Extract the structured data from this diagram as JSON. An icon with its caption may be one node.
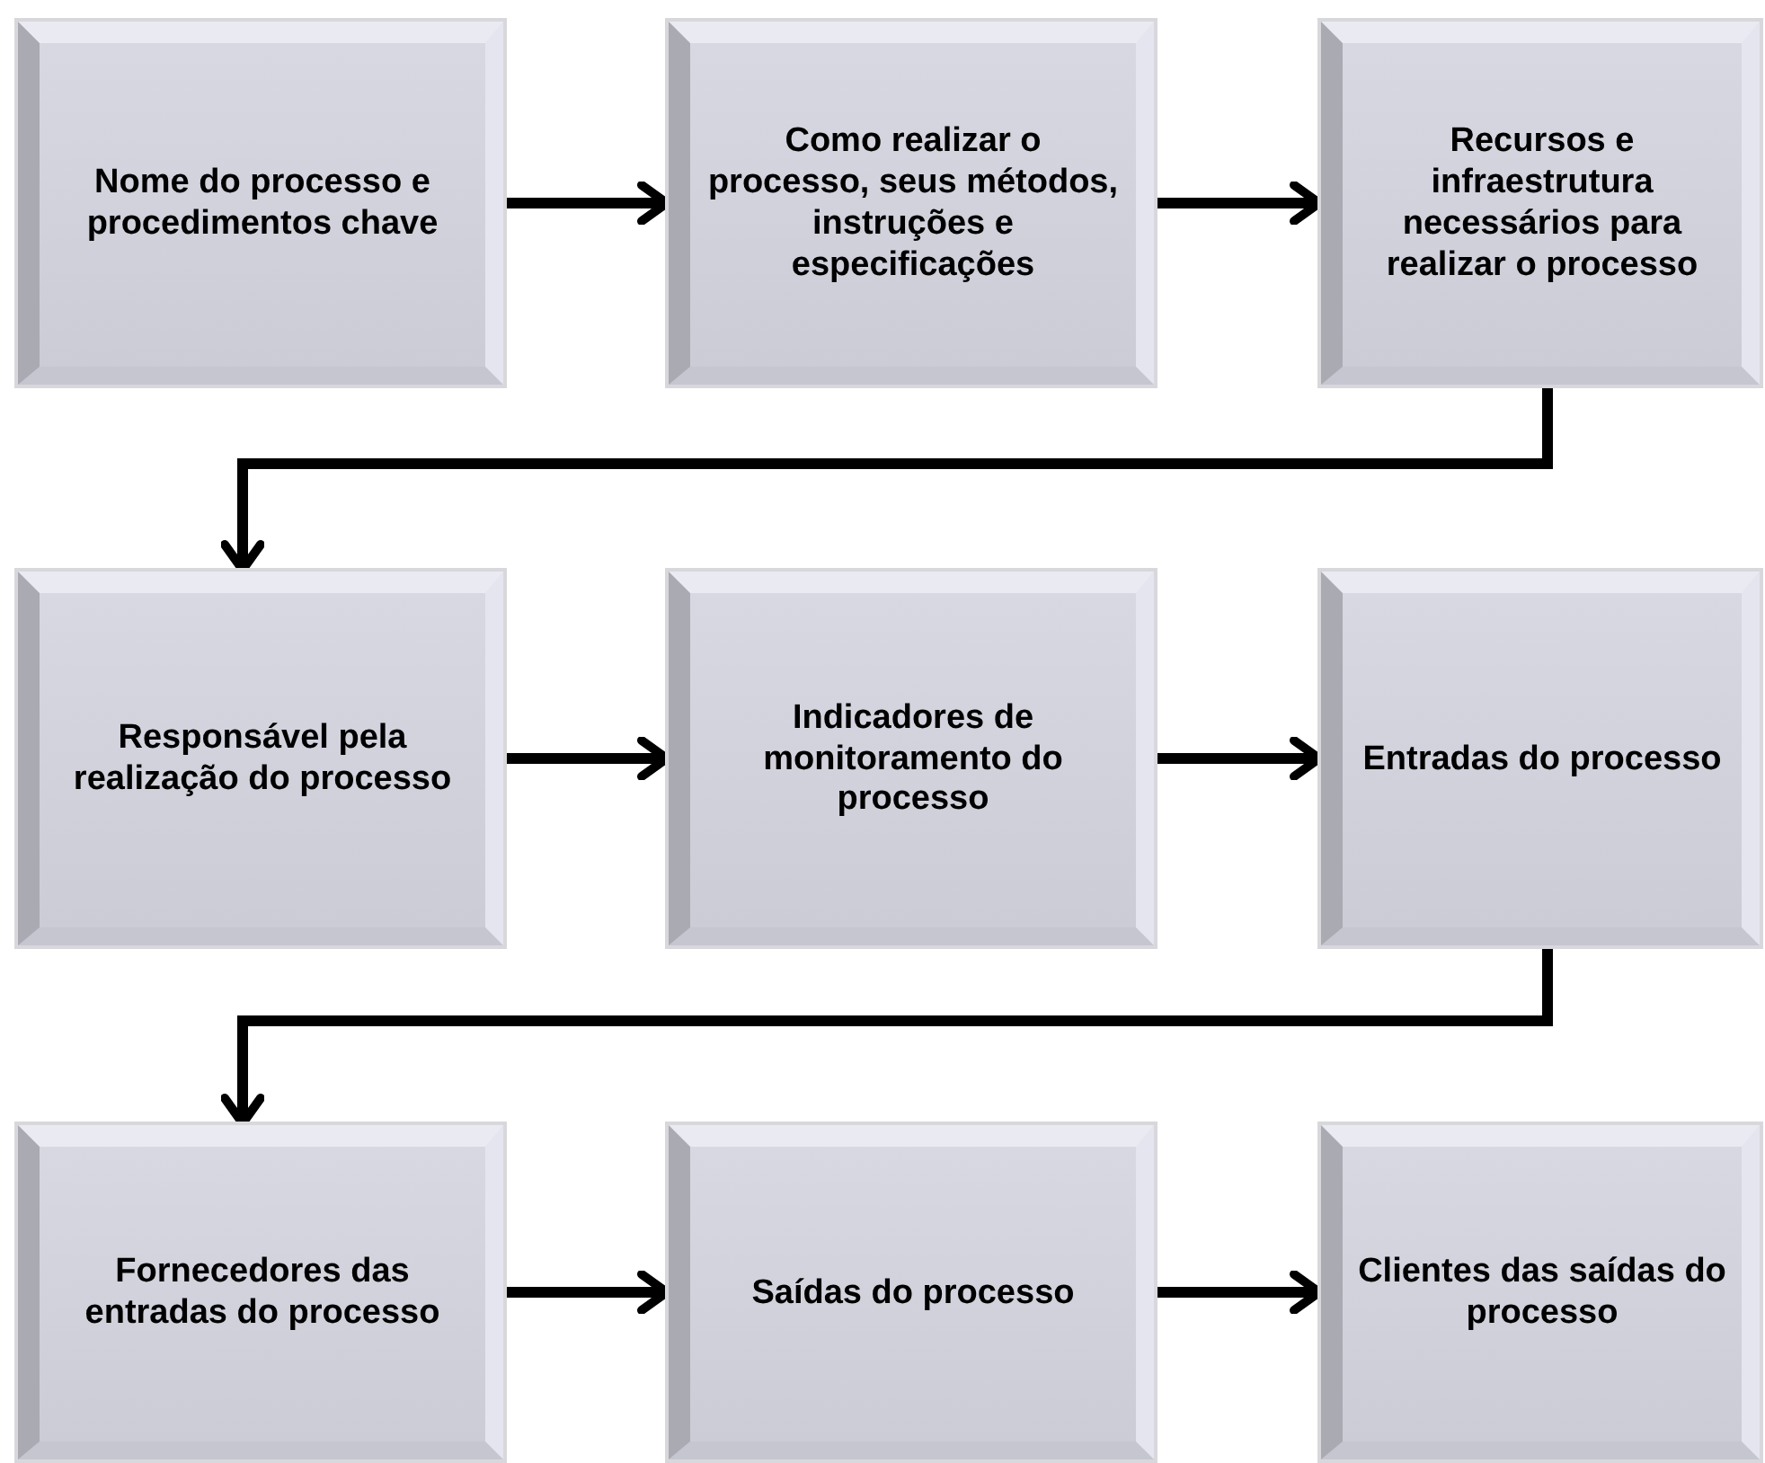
{
  "diagram": {
    "nodes": [
      {
        "text": [
          "Nome do processo e procedimentos chave"
        ]
      },
      {
        "text": [
          "Como realizar o processo, seus métodos, instruções e especificações"
        ]
      },
      {
        "text": [
          "Recursos e infraestrutura necessários para realizar o processo"
        ]
      },
      {
        "text": [
          "Responsável pela realização do processo"
        ]
      },
      {
        "text": [
          "Indicadores de monitoramento do processo"
        ]
      },
      {
        "text": [
          "Entradas do processo"
        ]
      },
      {
        "text": [
          "Fornecedores das entradas do processo"
        ]
      },
      {
        "text": [
          "Saídas do processo"
        ]
      },
      {
        "text": [
          "Clientes das saídas do processo"
        ]
      }
    ],
    "edges": [
      {
        "from": 0,
        "to": 1,
        "arrow": "to"
      },
      {
        "from": 1,
        "to": 2,
        "arrow": "to"
      },
      {
        "from": 2,
        "to": 3,
        "arrow": "to"
      },
      {
        "from": 3,
        "to": 4,
        "arrow": "to"
      },
      {
        "from": 4,
        "to": 5,
        "arrow": "to"
      },
      {
        "from": 5,
        "to": 6,
        "arrow": "to"
      },
      {
        "from": 6,
        "to": 7,
        "arrow": "to"
      },
      {
        "from": 7,
        "to": 8,
        "arrow": "to"
      }
    ]
  }
}
